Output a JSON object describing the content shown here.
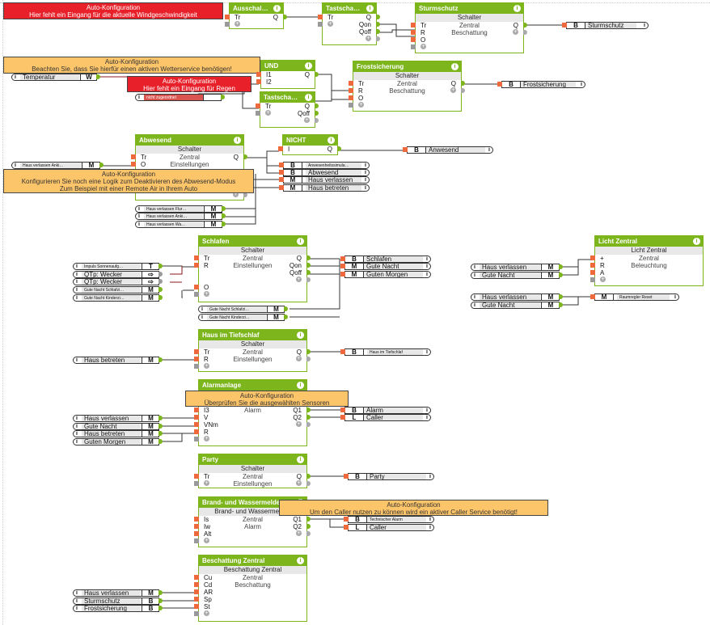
{
  "colors": {
    "block_header": "#7cb51c",
    "input_pin": "#ee6a3c",
    "warning_orange": "#fdc56a",
    "error_red": "#e8202a"
  },
  "notes": [
    {
      "title": "Auto-Konfiguration",
      "text": "Hier fehlt ein Eingang für die aktuelle Windgeschwindigkeit",
      "kind": "error"
    },
    {
      "title": "Auto-Konfiguration",
      "text": "Beachten Sie, dass Sie hierfür einen aktiven Wetterservice benötigen!",
      "kind": "warning"
    },
    {
      "title": "Auto-Konfiguration",
      "text": "Hier fehlt ein Eingang für Regen",
      "kind": "error"
    },
    {
      "title": "Auto-Konfiguration",
      "text": "Konfigurieren Sie noch eine Logik zum Deaktivieren des Abwesend-Modus",
      "text2": "Zum Beispiel mit einer Remote Air in Ihrem Auto",
      "kind": "warning"
    },
    {
      "title": "Auto-Konfiguration",
      "text": "Überprüfen Sie die ausgewählten Sensoren",
      "kind": "warning"
    },
    {
      "title": "Auto-Konfiguration",
      "text": "Um den Caller nutzen zu können wird ein aktiver Caller Service benötigt!",
      "kind": "warning"
    }
  ],
  "blocks": {
    "ausschalt": {
      "title": "Ausschal…",
      "in": [
        "Tr"
      ],
      "out": [
        "Q"
      ]
    },
    "tast1": {
      "title": "Tastscha…",
      "in": [
        "Tr"
      ],
      "out": [
        "Q",
        "Qon",
        "Qoff"
      ]
    },
    "sturmschutz": {
      "title": "Sturmschutz",
      "sub": "Schalter",
      "in": [
        "Tr",
        "R",
        "O"
      ],
      "mid": [
        "Zentral",
        "Beschattung"
      ],
      "out": [
        "Q"
      ]
    },
    "und": {
      "title": "UND",
      "in": [
        "I1",
        "I2"
      ],
      "out": [
        "Q"
      ]
    },
    "tast2": {
      "title": "Tastscha…",
      "in": [
        "Tr"
      ],
      "out": [
        "Q",
        "Qoff"
      ]
    },
    "frost": {
      "title": "Frostsicherung",
      "sub": "Schalter",
      "in": [
        "Tr",
        "R",
        "O"
      ],
      "mid": [
        "Zentral",
        "Beschattung"
      ],
      "out": [
        "Q"
      ]
    },
    "abwesend": {
      "title": "Abwesend",
      "sub": "Schalter",
      "in": [
        "Tr",
        "O"
      ],
      "mid": [
        "Zentral",
        "Einstellungen"
      ],
      "out": [
        "Q"
      ]
    },
    "nicht": {
      "title": "NICHT",
      "in": [
        "I"
      ],
      "out": [
        "Q"
      ]
    },
    "schlafen": {
      "title": "Schlafen",
      "sub": "Schalter",
      "in": [
        "Tr",
        "R",
        "O"
      ],
      "mid": [
        "Zentral",
        "Einstellungen"
      ],
      "out": [
        "Q",
        "Qon",
        "Qoff"
      ]
    },
    "licht": {
      "title": "Licht Zentral",
      "sub": "Licht Zentral",
      "in": [
        "+",
        "R",
        "A"
      ],
      "mid": [
        "Zentral",
        "Beleuchtung"
      ]
    },
    "tiefschlaf": {
      "title": "Haus im Tiefschlaf",
      "sub": "Schalter",
      "in": [
        "Tr",
        "R"
      ],
      "mid": [
        "Zentral",
        "Einstellungen"
      ],
      "out": [
        "Q"
      ]
    },
    "alarm": {
      "title": "Alarmanlage",
      "in": [
        "I3",
        "V",
        "VNm",
        "R"
      ],
      "mid": [
        "Alarm"
      ],
      "out": [
        "Q1",
        "Q2"
      ]
    },
    "party": {
      "title": "Party",
      "sub": "Schalter",
      "in": [
        "Tr"
      ],
      "mid": [
        "Zentral",
        "Einstellungen"
      ],
      "out": [
        "Q"
      ]
    },
    "brand": {
      "title": "Brand- und Wassermelde…",
      "sub": "Brand- und Wassermeldez",
      "in": [
        "Is",
        "Iw",
        "Alt"
      ],
      "mid": [
        "Zentral",
        "Alarm"
      ],
      "out": [
        "Q1",
        "Q2"
      ]
    },
    "beschattung": {
      "title": "Beschattung Zentral",
      "sub": "Beschattung Zentral",
      "in": [
        "Cu",
        "Cd",
        "AR",
        "Sp",
        "St"
      ],
      "mid": [
        "Zentral",
        "Beschattung"
      ]
    }
  },
  "inputs": {
    "temperatur": {
      "name": "Temperatur",
      "type": "W"
    },
    "nicht_zugeordnet": {
      "name": "nicht zugeordnet",
      "type": ""
    },
    "abw_anki": {
      "name": "Haus verlassen Anki…",
      "type": "M"
    },
    "abw_flur": {
      "name": "Haus verlassen Flur…",
      "type": "M"
    },
    "abw_anki2": {
      "name": "Haus verlassen Anki…",
      "type": "M"
    },
    "abw_wa": {
      "name": "Haus verlassen Wa…",
      "type": "M"
    },
    "schl_impuls": {
      "name": "Impuls Sonnenaufg…",
      "type": "T"
    },
    "schl_wecker1": {
      "name": "QTp: Wecker",
      "type": "⇨"
    },
    "schl_wecker2": {
      "name": "QTp: Wecker",
      "type": "⇨"
    },
    "schl_gn1": {
      "name": "Gute Nacht Schlafzi…",
      "type": "M"
    },
    "schl_gn2": {
      "name": "Gute Nacht Kinderzi…",
      "type": "M"
    },
    "schl_gn3": {
      "name": "Gute Nacht Schlafzi…",
      "type": "M"
    },
    "schl_gn4": {
      "name": "Gute Nacht Kinderzi…",
      "type": "M"
    },
    "licht_hv": {
      "name": "Haus verlassen",
      "type": "M"
    },
    "licht_gn": {
      "name": "Gute Nacht",
      "type": "M"
    },
    "rr_hv": {
      "name": "Haus verlassen",
      "type": "M"
    },
    "rr_gn": {
      "name": "Gute Nacht",
      "type": "M"
    },
    "tief_hb": {
      "name": "Haus betreten",
      "type": "M"
    },
    "al_hv": {
      "name": "Haus verlassen",
      "type": "M"
    },
    "al_gn": {
      "name": "Gute Nacht",
      "type": "M"
    },
    "al_hb": {
      "name": "Haus betreten",
      "type": "M"
    },
    "al_gm": {
      "name": "Guten Morgen",
      "type": "M"
    },
    "bz_hv": {
      "name": "Haus verlassen",
      "type": "M"
    },
    "bz_ss": {
      "name": "Sturmschutz",
      "type": "B"
    },
    "bz_fs": {
      "name": "Frostsicherung",
      "type": "B"
    }
  },
  "outputs": {
    "sturmschutz": {
      "type": "B",
      "name": "Sturmschutz"
    },
    "frost": {
      "type": "B",
      "name": "Frostsicherung"
    },
    "anwesend": {
      "type": "B",
      "name": "Anwesend"
    },
    "anwsim": {
      "type": "B",
      "name": "Anwesenheitssimula…"
    },
    "abwesend": {
      "type": "B",
      "name": "Abwesend"
    },
    "hausverl": {
      "type": "M",
      "name": "Haus verlassen"
    },
    "hausbetr": {
      "type": "M",
      "name": "Haus betreten"
    },
    "schlafen": {
      "type": "B",
      "name": "Schlafen"
    },
    "gutenacht": {
      "type": "M",
      "name": "Gute Nacht"
    },
    "gutenmorgen": {
      "type": "M",
      "name": "Guten Morgen"
    },
    "raumregler": {
      "type": "M",
      "name": "Raumregler Reset"
    },
    "tiefschlaf": {
      "type": "B",
      "name": "Haus im Tiefschlaf"
    },
    "alarm": {
      "type": "B",
      "name": "Alarm"
    },
    "caller": {
      "type": "L",
      "name": "Caller"
    },
    "party": {
      "type": "B",
      "name": "Party"
    },
    "techalarm": {
      "type": "B",
      "name": "Technischer Alarm"
    },
    "caller2": {
      "type": "L",
      "name": "Caller"
    }
  },
  "icons": {
    "info": "i",
    "plus": "+"
  }
}
